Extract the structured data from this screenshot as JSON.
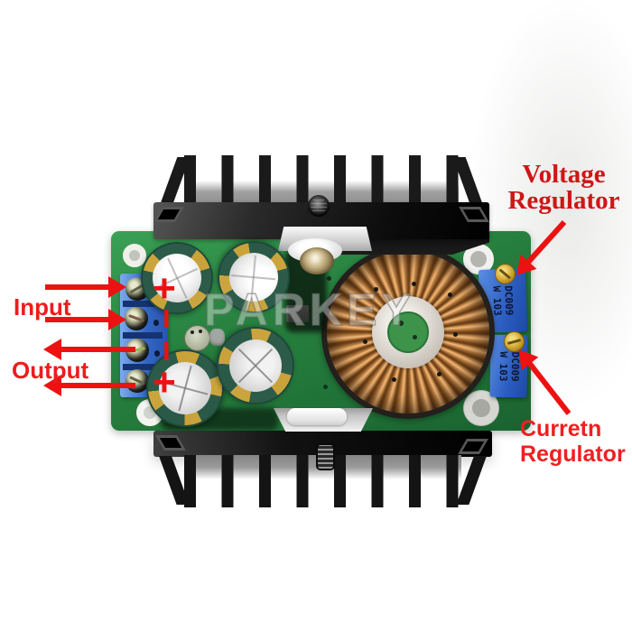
{
  "photo_subject": "DC-DC step-down buck converter module with heatsinks",
  "watermark": "PARKEY",
  "annotations": {
    "input_label": "Input",
    "output_label": "Output",
    "voltage_regulator": {
      "line1": "Voltage",
      "line2": "Regulator"
    },
    "current_regulator": {
      "line1": "Curretn",
      "line2": "Regulator"
    },
    "polarity_marks": [
      "+",
      "−",
      "−",
      "+"
    ]
  },
  "pots": [
    {
      "name": "voltage-trimmer",
      "markings": [
        "W 103",
        "DC009"
      ]
    },
    {
      "name": "current-trimmer",
      "markings": [
        "W 103",
        "DC009"
      ]
    }
  ],
  "colors": {
    "annotation_red": "#ec1c1c",
    "title_red": "#cf1616",
    "pcb_green": "#2c8c46",
    "terminal_blue": "#3266c4",
    "pot_blue": "#2a5cc0",
    "copper": "#c08040",
    "cap_gold": "#c9a23a",
    "heatsink_black": "#161616"
  }
}
